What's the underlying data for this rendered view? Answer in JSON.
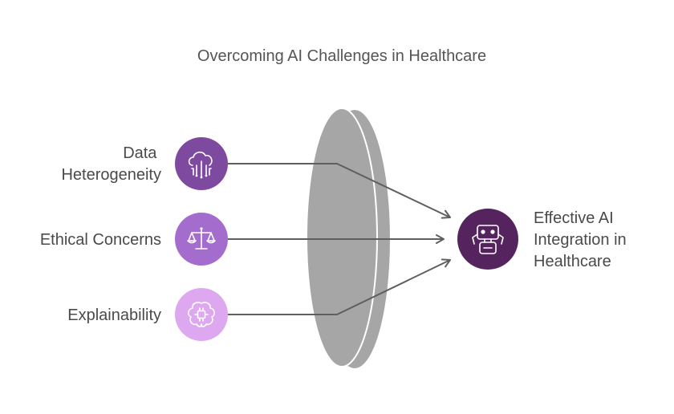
{
  "title": "Overcoming AI Challenges in Healthcare",
  "inputs": [
    {
      "lines": [
        "Data",
        "Heterogeneity"
      ],
      "icon": "cloud-circuit-icon",
      "color": "#7d4aa0"
    },
    {
      "lines": [
        "Ethical Concerns"
      ],
      "icon": "scales-icon",
      "color": "#a46ccc"
    },
    {
      "lines": [
        "Explainability"
      ],
      "icon": "brain-chip-icon",
      "color": "#dda8f0"
    }
  ],
  "output": {
    "lines": [
      "Effective AI",
      "Integration in",
      "Healthcare"
    ],
    "icon": "robot-icon",
    "color": "#55245f"
  },
  "lens_color": "#a6a6a6"
}
